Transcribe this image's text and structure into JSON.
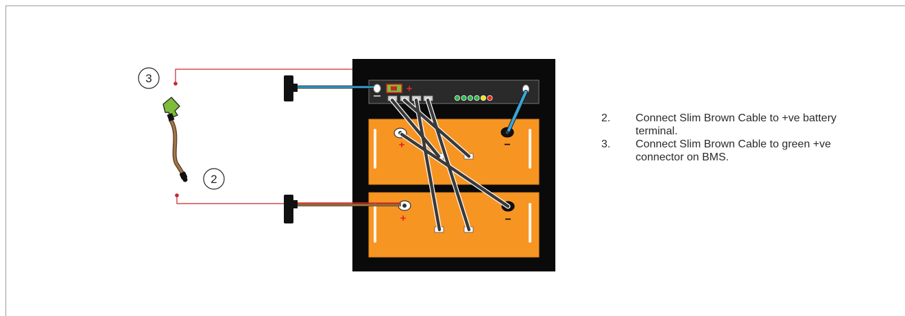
{
  "diagram": {
    "callouts": [
      {
        "id": "callout-3",
        "number": "3"
      },
      {
        "id": "callout-2",
        "number": "2"
      }
    ],
    "terminal_symbols": {
      "positive": "+",
      "negative": "−"
    }
  },
  "instructions": [
    {
      "number": "2.",
      "text": "Connect Slim Brown Cable to +ve battery terminal."
    },
    {
      "number": "3.",
      "text": "Connect Slim Brown Cable to green +ve connector on BMS."
    }
  ],
  "colors": {
    "cabinet": "#0a0a0a",
    "battery": "#f79523",
    "bms": "#2a2a2a",
    "leader_line": "#c9252c",
    "blue_cable": "#37a6db",
    "brown_cable": "#a0774a",
    "green_connector": "#7cbd3a",
    "terminal_red": "#e52421"
  },
  "bms_leds": [
    "#2cb34a",
    "#2cb34a",
    "#2cb34a",
    "#2cb34a",
    "#f2e500",
    "#e52421"
  ]
}
